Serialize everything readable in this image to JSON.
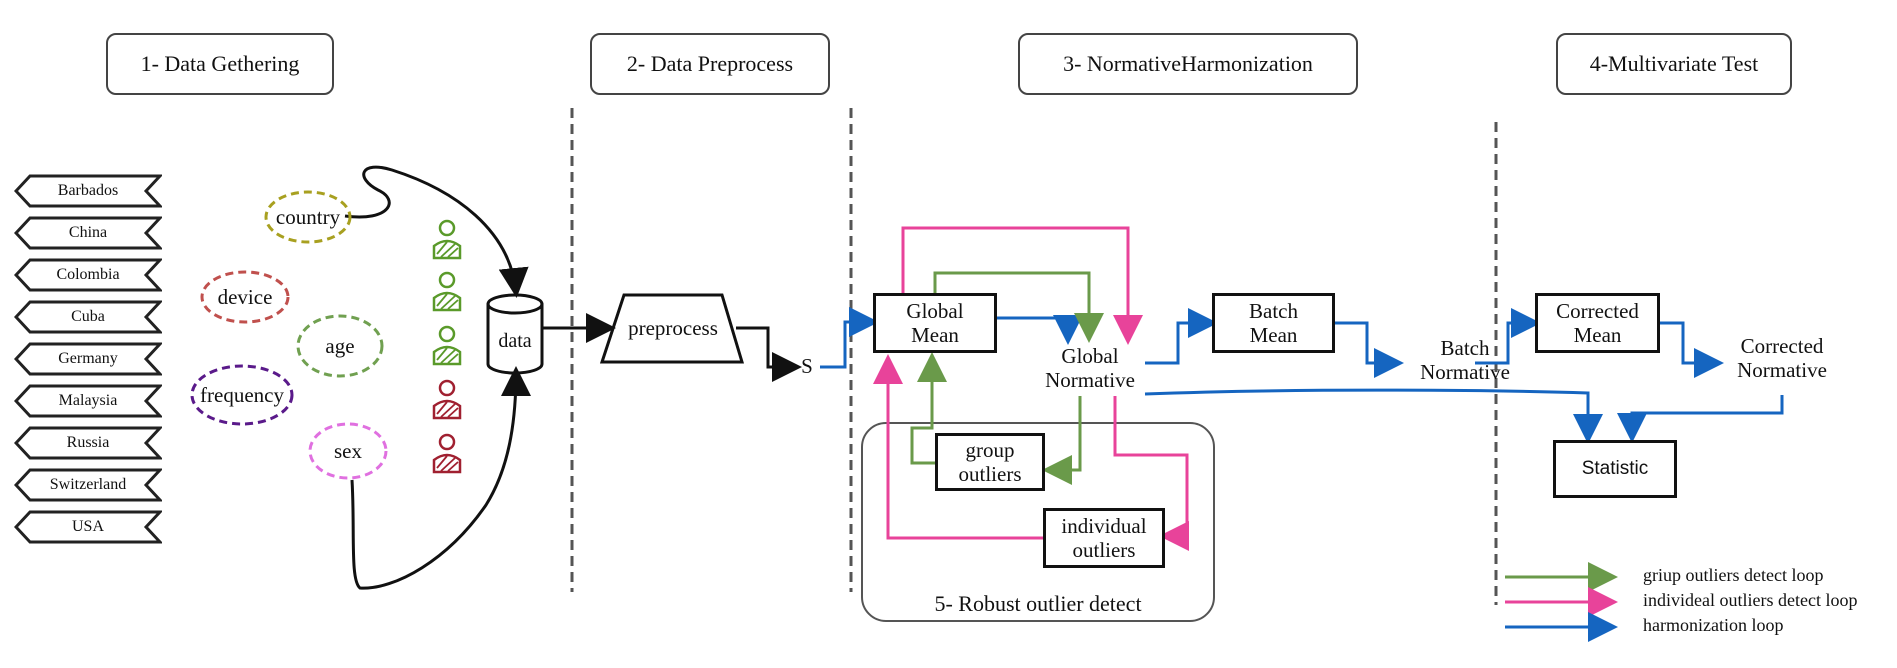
{
  "stages": [
    {
      "id": "s1",
      "label": "1- Data Gethering"
    },
    {
      "id": "s2",
      "label": "2- Data Preprocess"
    },
    {
      "id": "s3",
      "label": "3- NormativeHarmonization"
    },
    {
      "id": "s4",
      "label": "4-Multivariate Test"
    }
  ],
  "countries": [
    "Barbados",
    "China",
    "Colombia",
    "Cuba",
    "Germany",
    "Malaysia",
    "Russia",
    "Switzerland",
    "USA"
  ],
  "attributes": {
    "country": "country",
    "device": "device",
    "age": "age",
    "frequency": "frequency",
    "sex": "sex"
  },
  "nodes": {
    "data": "data",
    "preprocess": "preprocess",
    "s": "S",
    "global_mean": "Global\nMean",
    "global_normative": "Global\nNormative",
    "batch_mean": "Batch\nMean",
    "batch_normative": "Batch\nNormative",
    "corrected_mean": "Corrected\nMean",
    "corrected_normative": "Corrected\nNormative",
    "statistic": "Statistic",
    "group_outliers": "group\noutliers",
    "individual_outliers": "individual\noutliers",
    "outlier_panel": "5- Robust outlier detect"
  },
  "legend": [
    {
      "label": "griup outliers detect loop",
      "color": "#6a9a4a"
    },
    {
      "label": "individeal outliers detect loop",
      "color": "#e8439a"
    },
    {
      "label": "harmonization loop",
      "color": "#1565c0"
    }
  ],
  "colors": {
    "green": "#6a9a4a",
    "pink": "#e8439a",
    "blue": "#1565c0",
    "person_green": "#5a9a2a",
    "person_red": "#a02030",
    "country_cloud": "#a8a020",
    "device_cloud": "#c0504d",
    "age_cloud": "#70a050",
    "frequency_cloud": "#5a1a8a",
    "sex_cloud": "#e070e0"
  }
}
